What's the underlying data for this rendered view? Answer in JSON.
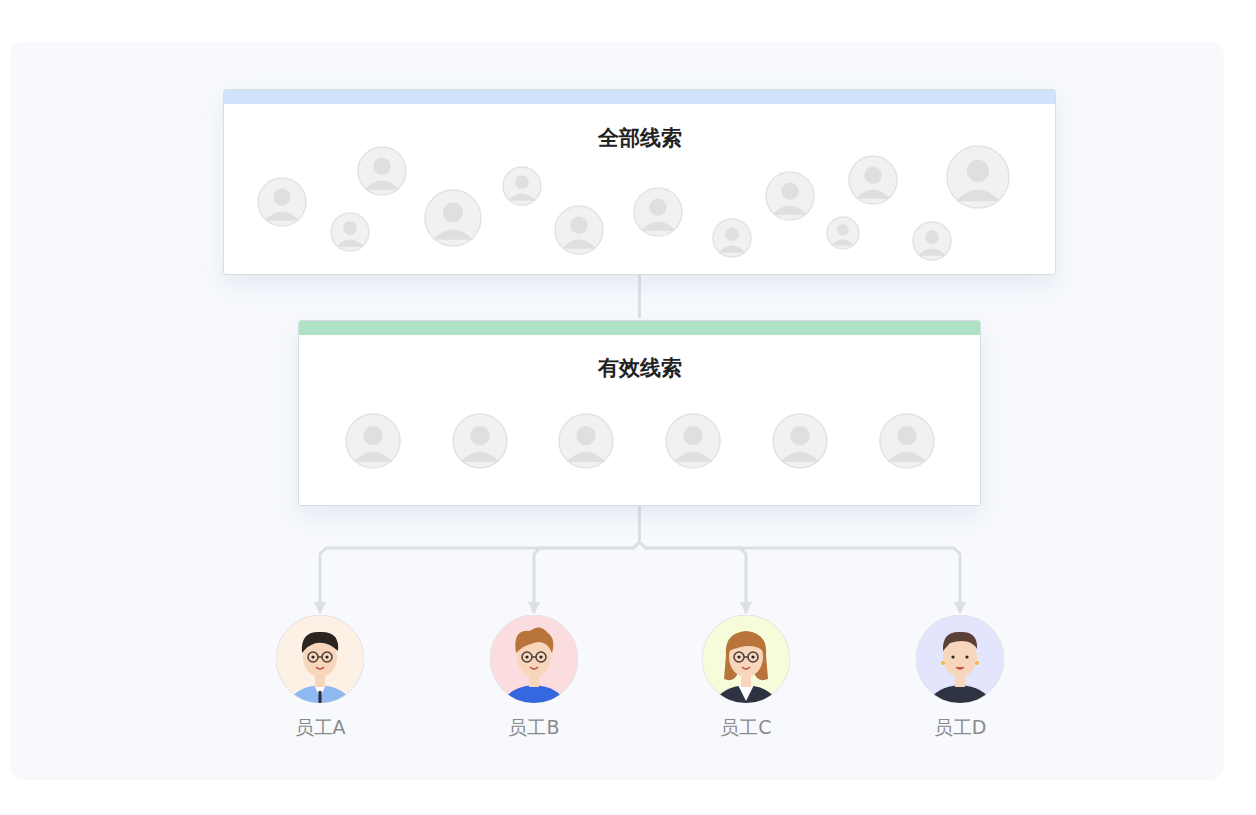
{
  "diagram": {
    "nodes": [
      {
        "text": [
          "全部线索"
        ]
      },
      {
        "text": [
          "有效线索"
        ]
      },
      {
        "text": [
          "员工A"
        ]
      },
      {
        "text": [
          "员工B"
        ]
      },
      {
        "text": [
          "员工C"
        ]
      },
      {
        "text": [
          "员工D"
        ]
      }
    ],
    "edges": [
      {
        "from": 0,
        "to": 1,
        "arrow": "none"
      },
      {
        "from": 1,
        "to": 2,
        "arrow": "to"
      },
      {
        "from": 1,
        "to": 3,
        "arrow": "to"
      },
      {
        "from": 1,
        "to": 4,
        "arrow": "to"
      },
      {
        "from": 1,
        "to": 5,
        "arrow": "to"
      }
    ]
  }
}
